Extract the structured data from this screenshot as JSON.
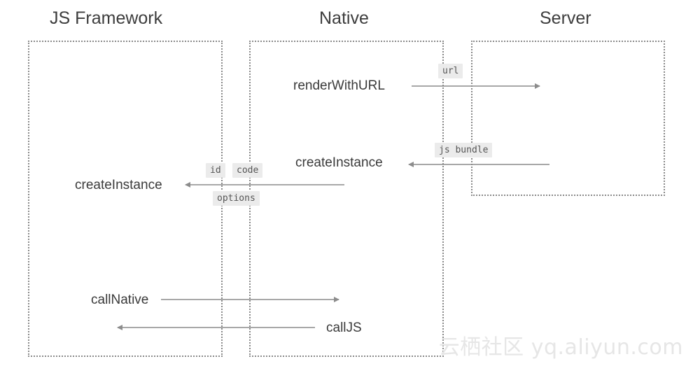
{
  "columns": {
    "js_framework": "JS Framework",
    "native": "Native",
    "server": "Server"
  },
  "labels": {
    "render_with_url": "renderWithURL",
    "create_instance_native": "createInstance",
    "create_instance_js": "createInstance",
    "call_native": "callNative",
    "call_js": "callJS"
  },
  "tags": {
    "url": "url",
    "js_bundle": "js bundle",
    "id": "id",
    "code": "code",
    "options": "options"
  },
  "watermark": "云栖社区 yq.aliyun.com",
  "colors": {
    "border": "#8a8a8a",
    "arrow": "#8c8c8c",
    "tag_bg": "#ebebeb",
    "text": "#3a3a3a"
  }
}
